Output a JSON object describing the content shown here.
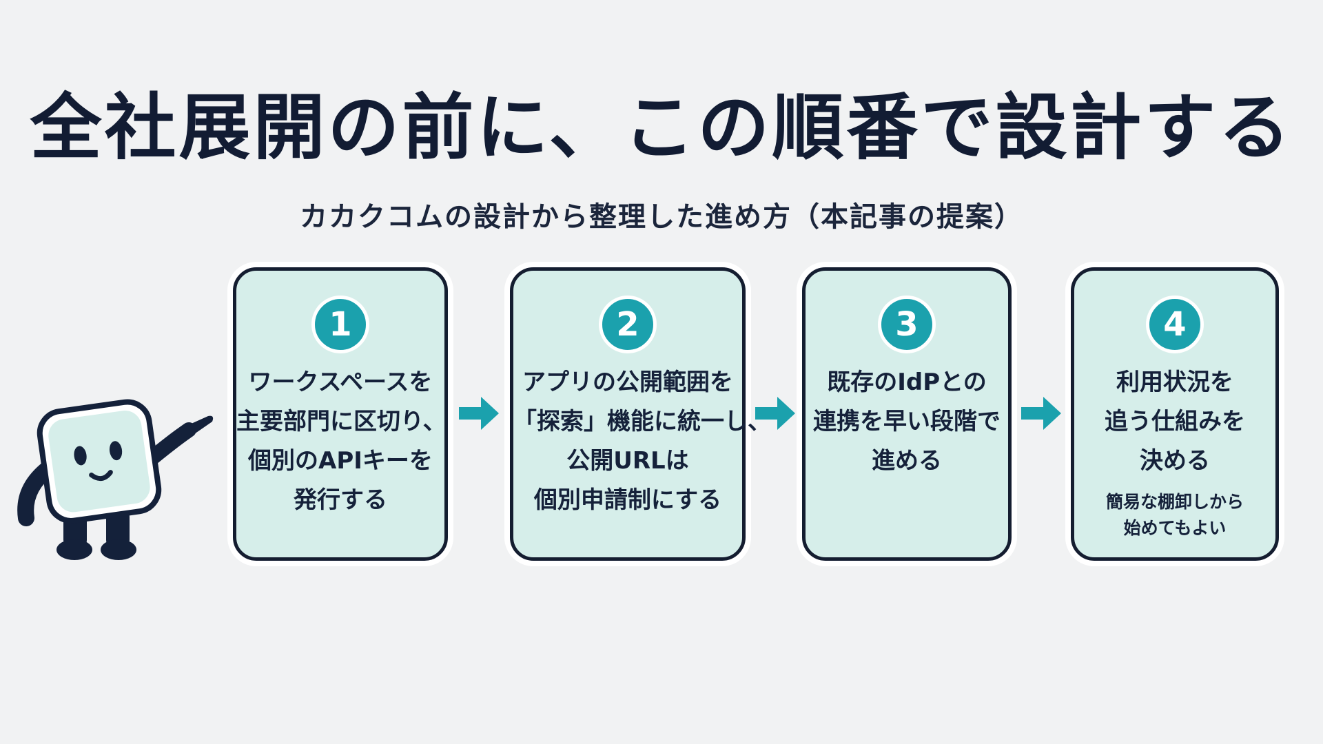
{
  "title": "全社展開の前に、この順番で設計する",
  "subtitle": "カカクコムの設計から整理した進め方（本記事の提案）",
  "steps": [
    {
      "number": "1",
      "lines": [
        "ワークスペースを",
        "主要部門に区切り、",
        "個別のAPIキーを",
        "発行する"
      ]
    },
    {
      "number": "2",
      "lines": [
        "アプリの公開範囲を",
        "「探索」機能に統一し、",
        "公開URLは",
        "個別申請制にする"
      ]
    },
    {
      "number": "3",
      "lines": [
        "既存のIdPとの",
        "連携を早い段階で",
        "進める"
      ]
    },
    {
      "number": "4",
      "lines": [
        "利用状況を",
        "追う仕組みを",
        "決める"
      ],
      "note_lines": [
        "簡易な棚卸しから",
        "始めてもよい"
      ]
    }
  ],
  "colors": {
    "background": "#f1f2f3",
    "card_fill": "#d6eeea",
    "card_border": "#141d30",
    "accent": "#1ba1ad",
    "text": "#15213a",
    "mascot_body": "#d6eeea",
    "mascot_outline": "#14213a"
  },
  "icons": {
    "arrow": "right-arrow-icon",
    "mascot": "pointing-cube-mascot"
  }
}
